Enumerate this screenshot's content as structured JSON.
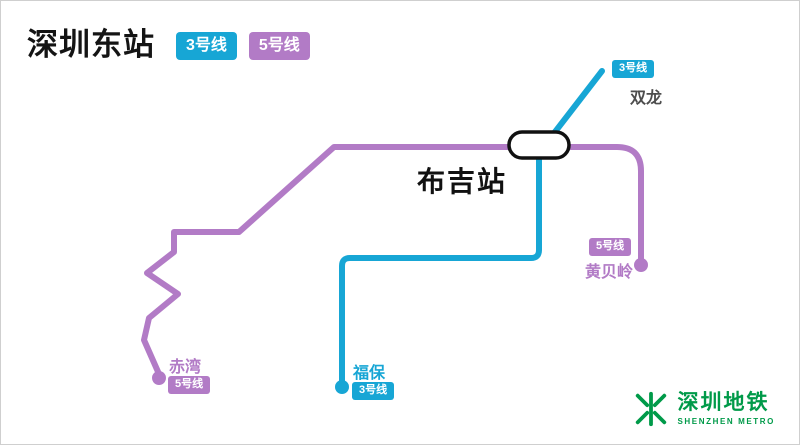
{
  "header": {
    "title": "深圳东站"
  },
  "lines": {
    "line3": {
      "name": "3号线",
      "color": "#17a6d5"
    },
    "line5": {
      "name": "5号线",
      "color": "#b27bc6"
    }
  },
  "map": {
    "central_station": "布吉站",
    "termini": {
      "shuanglong": {
        "name": "双龙",
        "line_badge": "3号线"
      },
      "fubao": {
        "name": "福保",
        "line_badge": "3号线"
      },
      "chiwan": {
        "name": "赤湾",
        "line_badge": "5号线"
      },
      "huangbeiling": {
        "name": "黄贝岭",
        "line_badge": "5号线"
      }
    }
  },
  "logo": {
    "name_cn": "深圳地铁",
    "name_en": "SHENZHEN METRO",
    "color": "#009a49"
  },
  "colors": {
    "text_dark": "#4d4d4d"
  }
}
